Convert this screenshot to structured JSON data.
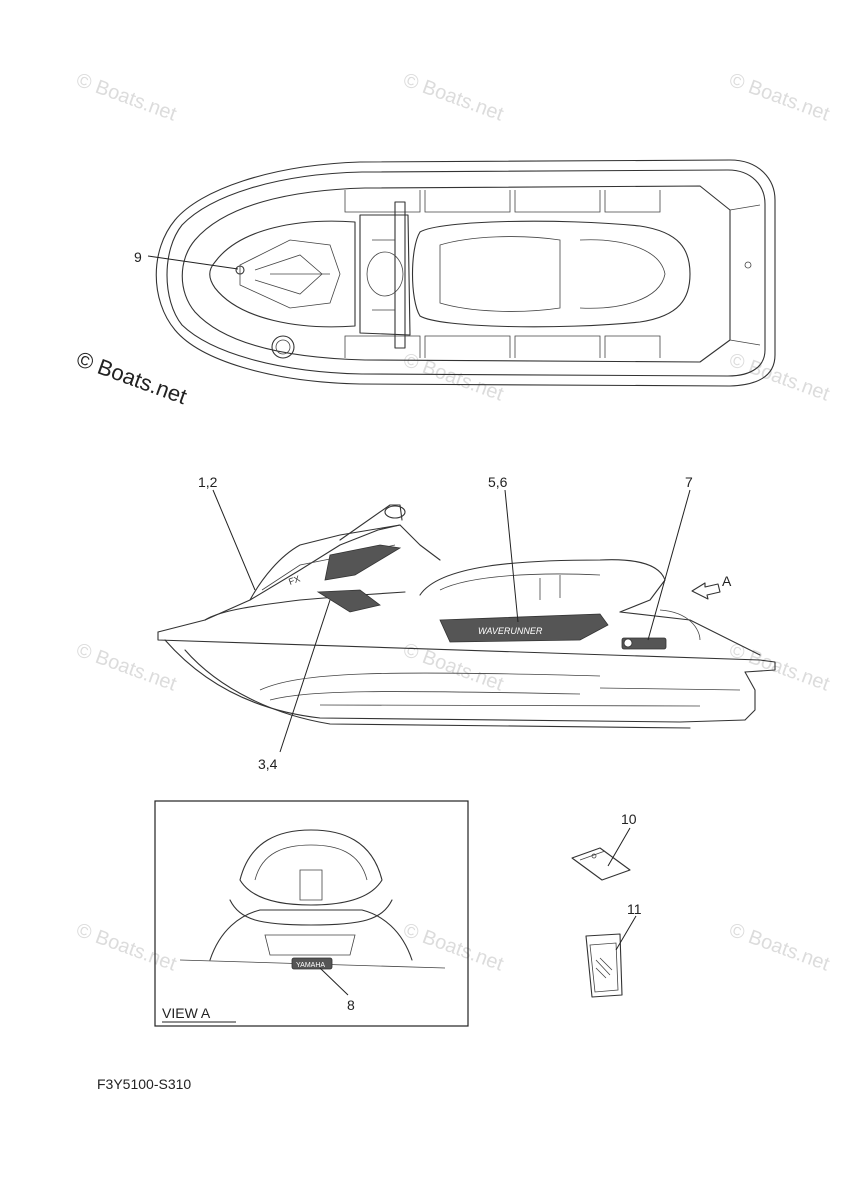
{
  "watermark": "© Boats.net",
  "callouts": {
    "c9": "9",
    "c12": "1,2",
    "c56": "5,6",
    "c7": "7",
    "cA": "A",
    "c34": "3,4",
    "c10": "10",
    "c11": "11",
    "c8": "8"
  },
  "view_label": "VIEW A",
  "figure_code": "F3Y5100-S310",
  "decal_text": {
    "side_small": "FX",
    "side_large": "WAVERUNNER",
    "stern": "YAMAHA"
  }
}
